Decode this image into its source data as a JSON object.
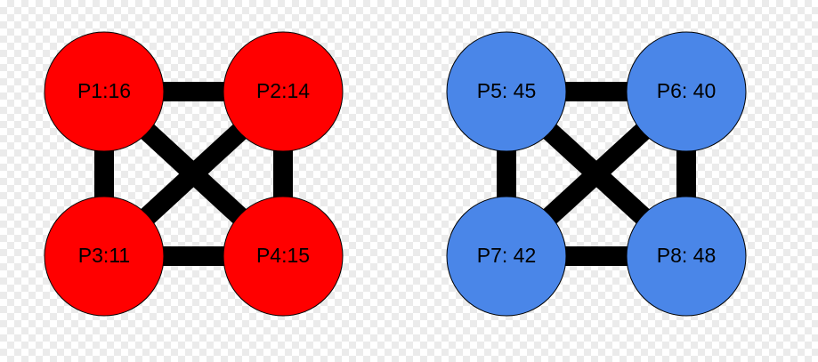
{
  "colors": {
    "red_group_fill": "#ff0000",
    "blue_group_fill": "#4a86e8",
    "edge_color": "#000000",
    "node_stroke": "#000000"
  },
  "groups": [
    {
      "fill_key": "red_group_fill",
      "nodes": [
        {
          "id": "P1",
          "label": "P1:16"
        },
        {
          "id": "P2",
          "label": "P2:14"
        },
        {
          "id": "P3",
          "label": "P3:11"
        },
        {
          "id": "P4",
          "label": "P4:15"
        }
      ]
    },
    {
      "fill_key": "blue_group_fill",
      "nodes": [
        {
          "id": "P5",
          "label": "P5: 45"
        },
        {
          "id": "P6",
          "label": "P6: 40"
        },
        {
          "id": "P7",
          "label": "P7: 42"
        },
        {
          "id": "P8",
          "label": "P8: 48"
        }
      ]
    }
  ],
  "edges": [
    [
      "P1",
      "P2"
    ],
    [
      "P3",
      "P4"
    ],
    [
      "P1",
      "P3"
    ],
    [
      "P2",
      "P4"
    ],
    [
      "P1",
      "P4"
    ],
    [
      "P2",
      "P3"
    ],
    [
      "P5",
      "P6"
    ],
    [
      "P7",
      "P8"
    ],
    [
      "P5",
      "P7"
    ],
    [
      "P6",
      "P8"
    ],
    [
      "P5",
      "P8"
    ],
    [
      "P6",
      "P7"
    ]
  ]
}
